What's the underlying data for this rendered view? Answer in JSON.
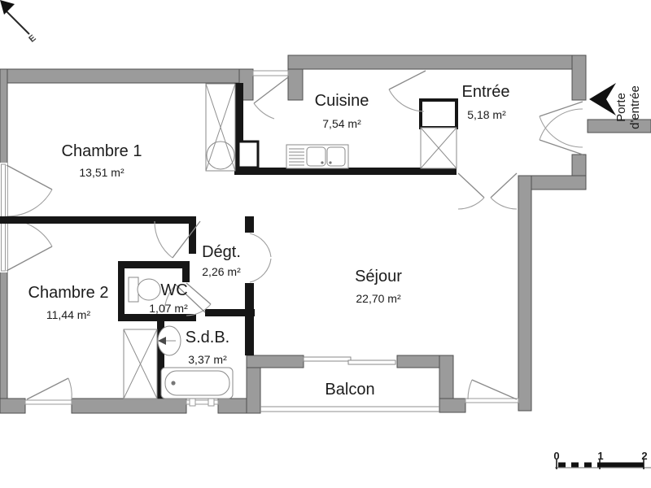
{
  "colors": {
    "wall_exterior": "#9b9b9b",
    "wall_interior": "#161616",
    "ink": "#1c1c1c"
  },
  "rooms": [
    {
      "name": "Chambre 1",
      "area": "13,51 m²"
    },
    {
      "name": "Cuisine",
      "area": "7,54 m²"
    },
    {
      "name": "Entrée",
      "area": "5,18 m²"
    },
    {
      "name": "Chambre 2",
      "area": "11,44 m²"
    },
    {
      "name": "Dégt.",
      "area": "2,26 m²"
    },
    {
      "name": "WC",
      "area": "1,07 m²"
    },
    {
      "name": "S.d.B.",
      "area": "3,37 m²"
    },
    {
      "name": "Séjour",
      "area": "22,70 m²"
    },
    {
      "name": "Balcon",
      "area": ""
    }
  ],
  "labels": {
    "entry_door_line1": "Porte",
    "entry_door_line2": "d'entrée",
    "compass_letter": "E"
  },
  "scale_bar": {
    "tick0": "0",
    "tick1": "1",
    "tick2": "2"
  }
}
